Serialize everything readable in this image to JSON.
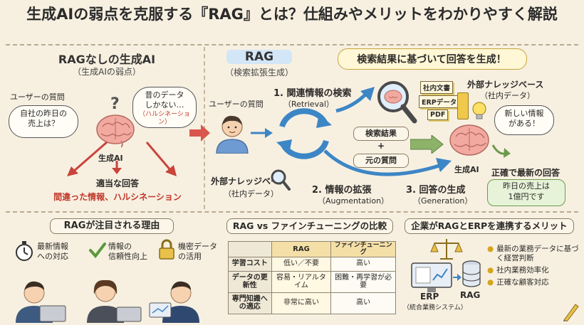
{
  "title": "生成AIの弱点を克服する『RAG』とは？仕組みやメリットをわかりやすく解説",
  "left": {
    "heading": "RAGなしの生成AI",
    "subheading": "（生成AIの弱点）",
    "user_label": "ユーザーの質問",
    "user_bubble": [
      "自社の昨日の",
      "売上は？"
    ],
    "brain_bubble": [
      "昔のデータ",
      "しかない…"
    ],
    "brain_bubble_note": "（ハルシネーション）",
    "brain_label": "生成AI",
    "answer_label": "適当な回答",
    "answer_note": "間違った情報、ハルシネーション"
  },
  "rag": {
    "heading": "RAG",
    "subheading": "（検索拡張生成）",
    "user_label": "ユーザーの質問",
    "step1": "1. 関連情報の検索",
    "step1_en": "（Retrieval）",
    "callout": "検索結果に基づいて回答を生成！",
    "docs": [
      "社内文書",
      "ERPデータ",
      "PDF"
    ],
    "ext_title": "外部ナレッジベース",
    "ext_sub": "（社内データ）",
    "mid_box1": "検索結果",
    "mid_plus": "+",
    "mid_box2": "元の質問",
    "ext2_title": "外部ナレッジベース",
    "ext2_sub": "（社内データ）",
    "step2": "2. 情報の拡張",
    "step2_en": "（Augmentation）",
    "step3": "3. 回答の生成",
    "step3_en": "（Generation）",
    "new_info_bubble": [
      "新しい情報",
      "がある！"
    ],
    "brain_label": "生成AI",
    "accurate_label": "正確で最新の回答",
    "answer_box": [
      "昨日の売上は",
      "1億円です"
    ]
  },
  "reasons": {
    "heading": "RAGが注目される理由",
    "items": [
      {
        "icon": "stopwatch-icon",
        "lines": [
          "最新情報",
          "への対応"
        ]
      },
      {
        "icon": "checkmark-icon",
        "lines": [
          "情報の",
          "信頼性向上"
        ]
      },
      {
        "icon": "lock-icon",
        "lines": [
          "機密データ",
          "の活用"
        ]
      }
    ]
  },
  "comparison": {
    "heading": "RAG vs ファインチューニングの比較",
    "headers": [
      "",
      "RAG",
      "ファインチューニング"
    ],
    "rows": [
      [
        "学習コスト",
        "低い／不要",
        "高い"
      ],
      [
        "データの更新性",
        "容易・リアルタイム",
        "困難・再学習が必要"
      ],
      [
        "専門知識への適応",
        "非常に高い",
        "高い"
      ]
    ]
  },
  "erp": {
    "heading": "企業がRAGとERPを連携するメリット",
    "erp_label": "ERP",
    "erp_sub": "（統合業務システム）",
    "rag_label": "RAG",
    "bullets": [
      "最新の業務データに基づく経営判断",
      "社内業務効率化",
      "正確な顧客対応"
    ]
  },
  "colors": {
    "accent_blue": "#3d86c6",
    "error_red": "#c0392b",
    "success_green": "#6d9a4a",
    "background": "#f7f0e1"
  }
}
